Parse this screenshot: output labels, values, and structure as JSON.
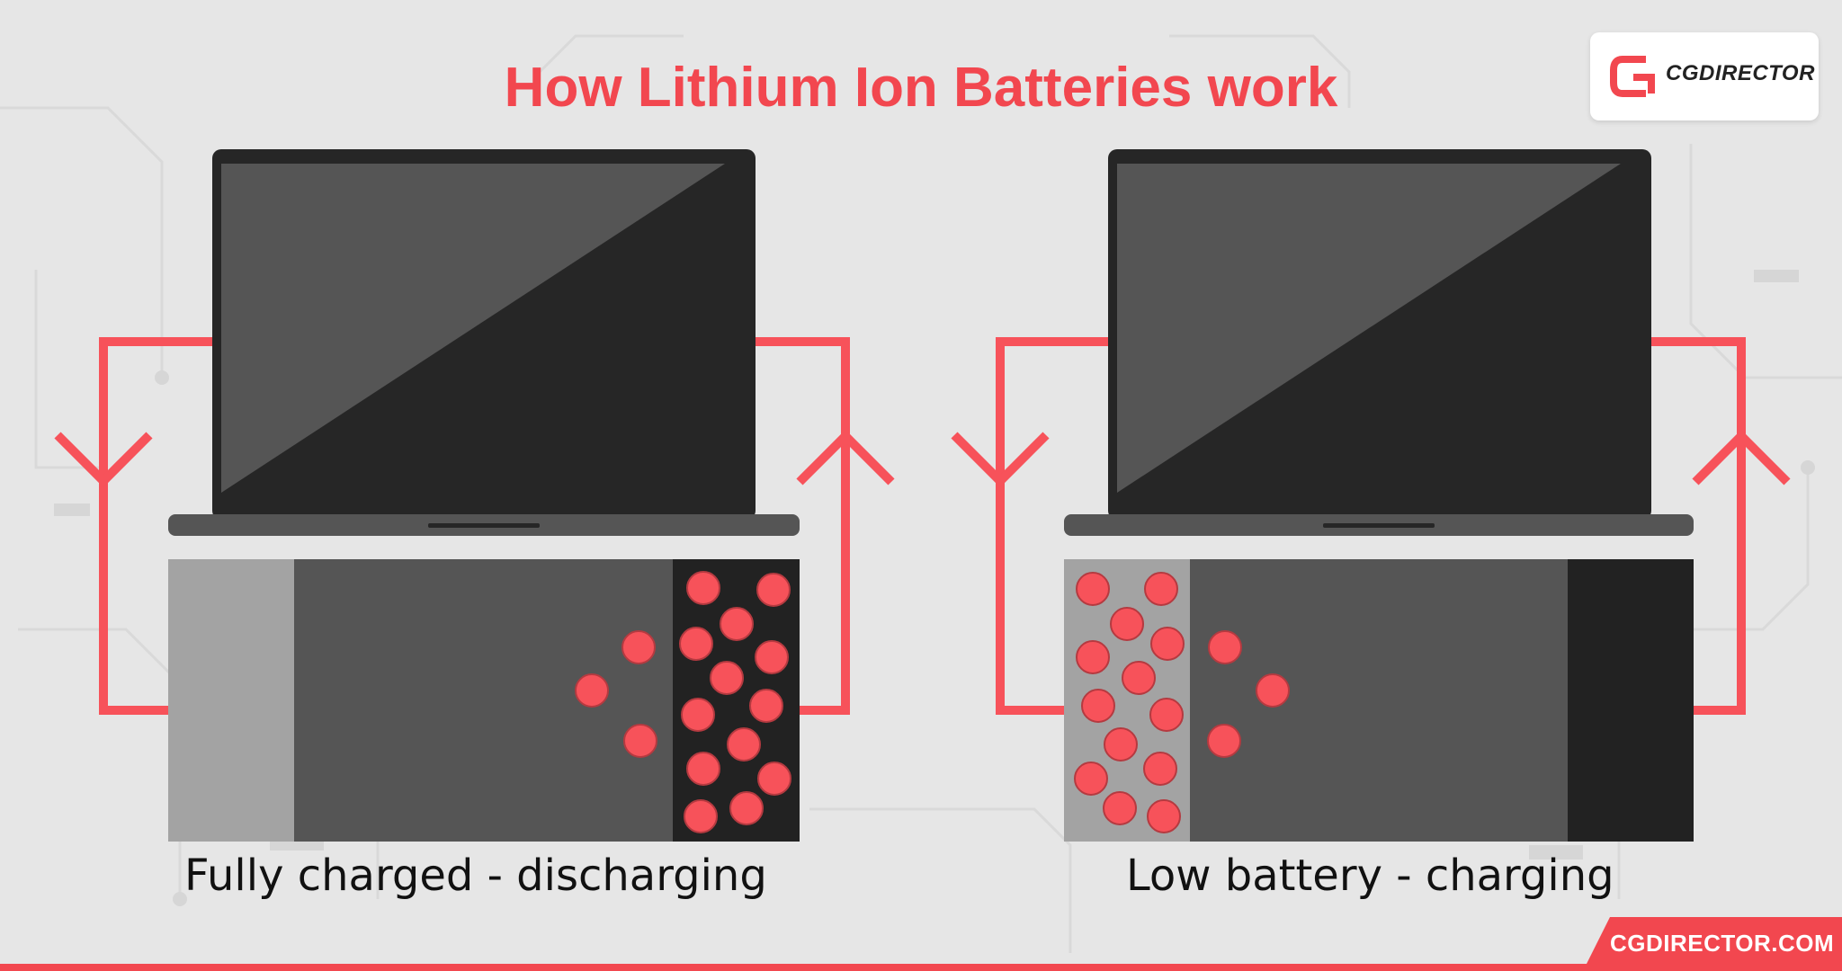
{
  "title": "How Lithium Ion Batteries work",
  "brand": {
    "logo_text": "CGDIRECTOR",
    "footer_url": "CGDIRECTOR.COM"
  },
  "colors": {
    "accent": "#f2474f",
    "laptop_body": "#262626",
    "screen_highlight": "#555555",
    "battery_light": "#a3a3a3",
    "battery_mid": "#555555",
    "battery_dark": "#222222",
    "background": "#e6e6e6"
  },
  "panels": [
    {
      "id": "discharging",
      "caption": "Fully charged - discharging",
      "ions_on": "right"
    },
    {
      "id": "charging",
      "caption": "Low battery - charging",
      "ions_on": "left"
    }
  ],
  "icons": [
    "laptop-icon",
    "battery-icon",
    "lithium-ion-icon",
    "arrow-icon",
    "cgdirector-logo-icon"
  ]
}
